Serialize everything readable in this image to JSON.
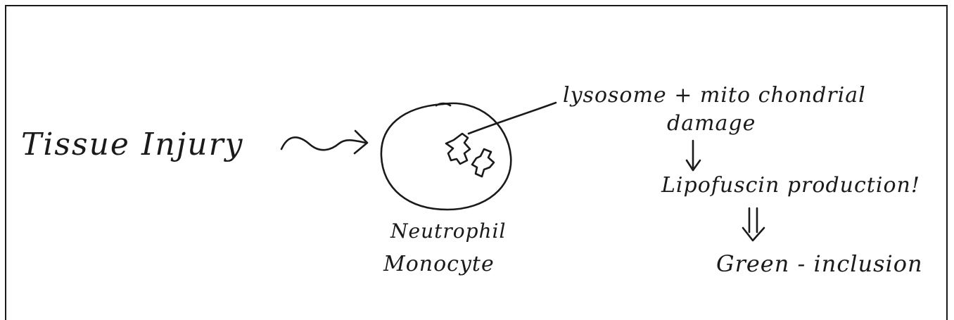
{
  "diagram": {
    "tissue_injury": "Tissue Injury",
    "cell_label_1": "Neutrophil",
    "cell_label_2": "Monocyte",
    "damage_line_1": "lysosome + mito chondrial",
    "damage_line_2": "damage",
    "lipofuscin": "Lipofuscin production!",
    "green_inclusion": "Green - inclusion"
  },
  "colors": {
    "ink": "#1a1a1a",
    "paper": "#ffffff"
  }
}
